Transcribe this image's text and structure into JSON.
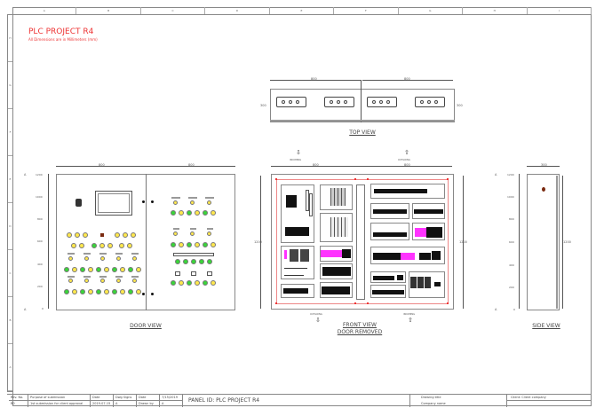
{
  "sheet": {
    "title": "PLC PROJECT R4",
    "subtitle": "All Dimensions are in Millimeters (mm)",
    "columns": [
      "A",
      "B",
      "C",
      "D",
      "E",
      "F",
      "G",
      "H",
      "I"
    ],
    "rows": [
      "H",
      "G",
      "F",
      "E",
      "D",
      "C",
      "B",
      "A"
    ]
  },
  "top_view": {
    "caption": "TOP VIEW",
    "dim_left_width": "800",
    "dim_right_width": "800",
    "dim_depth_left": "300",
    "dim_depth_right": "300"
  },
  "door_view": {
    "caption": "DOOR VIEW",
    "dim_left_width": "800",
    "dim_right_width": "800",
    "ruler": [
      "1200",
      "1000",
      "800",
      "600",
      "400",
      "200",
      "0"
    ],
    "section_marker_top": "A",
    "section_marker_bottom": "A"
  },
  "front_view": {
    "caption_line1": "FRONT VIEW",
    "caption_line2": "DOOR  REMOVED",
    "dim_left_width": "800",
    "dim_right_width": "800",
    "dim_height_left": "1200",
    "dim_height_right": "1200",
    "arrow_top_left": "INCOMING",
    "arrow_top_right": "OUTGOING",
    "arrow_bottom_left": "OUTGOING",
    "arrow_bottom_right": "INCOMING"
  },
  "side_view": {
    "caption": "SIDE VIEW",
    "dim_depth": "300",
    "dim_height": "1200",
    "ruler": [
      "1200",
      "1000",
      "800",
      "600",
      "400",
      "200",
      "0"
    ],
    "section_marker_top": "A",
    "section_marker_bottom": "A"
  },
  "title_block": {
    "headers": {
      "rev_no": "Rev. No.",
      "purpose": "Purpose of submission",
      "date": "Date",
      "dwg_signs": "Dwg Signs"
    },
    "row": {
      "rev_no": "R0",
      "purpose": "1st submission for client approval",
      "date": "2019-07-15",
      "dwg_signs": "A"
    },
    "date_label": "Date",
    "date_value": "7/15/2019",
    "drawn_by_label": "Drawn by",
    "drawn_by_value": "A",
    "panel_id": "PANEL ID: PLC PROJECT R4",
    "drawing_title": "Drawing title",
    "company_name": "Company name",
    "client": "Client:   Client company"
  },
  "colors": {
    "accent_red": "#ee3333",
    "lamp_yellow": "#ffe84d",
    "lamp_green": "#3ad43a",
    "magenta": "#ff33ff"
  }
}
